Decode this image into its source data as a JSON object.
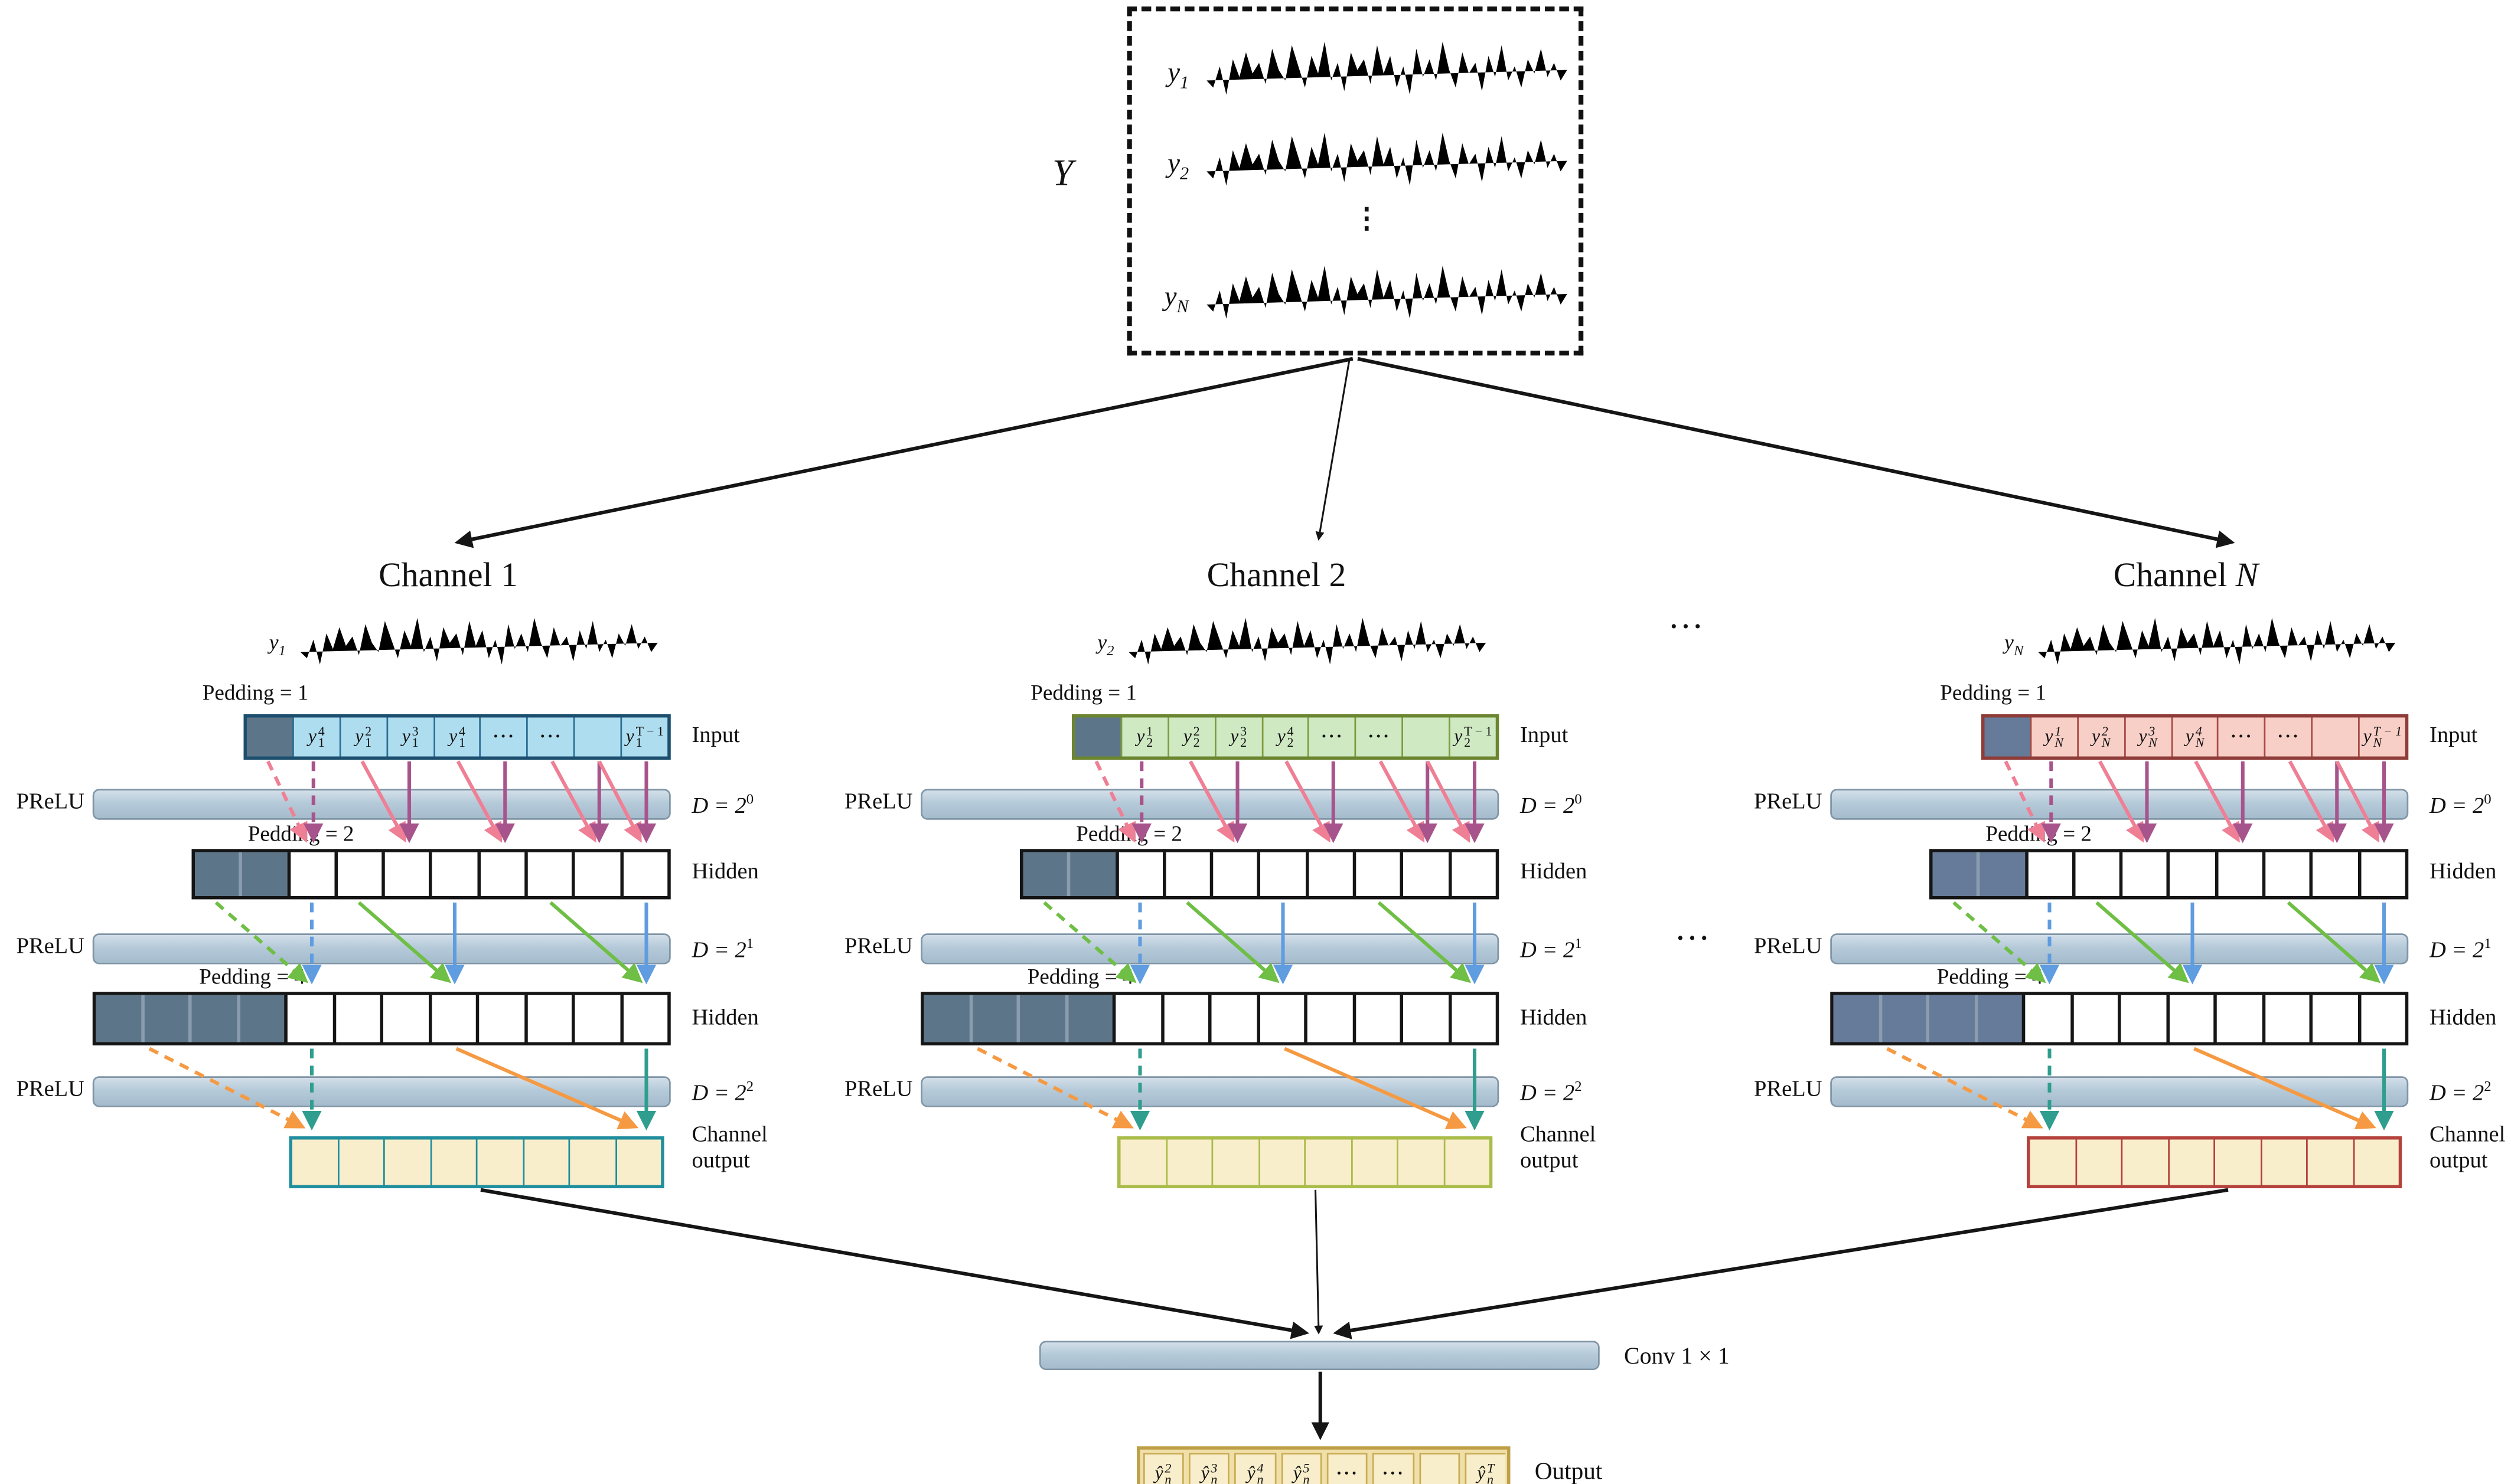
{
  "y_box": {
    "label": "Y",
    "dots": "⋮",
    "series": [
      {
        "base": "y",
        "sub": "1",
        "color": "#4a72d8"
      },
      {
        "base": "y",
        "sub": "2",
        "color": "#3fbf57"
      },
      {
        "base": "y",
        "sub": "N",
        "color": "#f26d63",
        "sub_italic": true
      }
    ]
  },
  "labels": {
    "padding1": "Pedding = 1",
    "padding2": "Pedding = 2",
    "padding4": "Pedding = 4",
    "input": "Input",
    "hidden": "Hidden",
    "prelu": "PReLU",
    "channel_output_1": "Channel",
    "channel_output_2": "output",
    "layers": [
      {
        "d_base": "D = 2",
        "d_exp": "0"
      },
      {
        "d_base": "D = 2",
        "d_exp": "1"
      },
      {
        "d_base": "D = 2",
        "d_exp": "2"
      }
    ],
    "conv": "Conv 1 × 1",
    "output": "Output",
    "ellipsis": "···"
  },
  "channels": [
    {
      "title_main": "Channel",
      "title_num": "1",
      "title_num_italic": false,
      "wave_base": "y",
      "wave_sub": "1",
      "wave_sub_italic": false,
      "colors": {
        "wave": "#4a72d8",
        "cell_fill": "#aeddef",
        "cell_border": "#2d6e96",
        "row_border": "#1c4f6e",
        "pad_fill": "#5d7588",
        "out_border": "#1f8e9e"
      },
      "input_cells": [
        {
          "k": "pad"
        },
        {
          "k": "sym",
          "b": "y",
          "sub": "1",
          "sup": "4"
        },
        {
          "k": "sym",
          "b": "y",
          "sub": "1",
          "sup": "2"
        },
        {
          "k": "sym",
          "b": "y",
          "sub": "1",
          "sup": "3"
        },
        {
          "k": "sym",
          "b": "y",
          "sub": "1",
          "sup": "4"
        },
        {
          "k": "dots",
          "t": "···"
        },
        {
          "k": "dots",
          "t": "···"
        },
        {
          "k": "empty"
        },
        {
          "k": "sym",
          "b": "y",
          "sub": "1",
          "sup": "T − 1"
        }
      ],
      "hidden1_cells": [
        {
          "k": "pad"
        },
        {
          "k": "pad"
        },
        {
          "k": "empty"
        },
        {
          "k": "empty"
        },
        {
          "k": "empty"
        },
        {
          "k": "empty"
        },
        {
          "k": "empty"
        },
        {
          "k": "empty"
        },
        {
          "k": "empty"
        },
        {
          "k": "empty"
        }
      ],
      "hidden2_cells": [
        {
          "k": "pad"
        },
        {
          "k": "pad"
        },
        {
          "k": "pad"
        },
        {
          "k": "pad"
        },
        {
          "k": "empty"
        },
        {
          "k": "empty"
        },
        {
          "k": "empty"
        },
        {
          "k": "empty"
        },
        {
          "k": "empty"
        },
        {
          "k": "empty"
        },
        {
          "k": "empty"
        },
        {
          "k": "empty"
        }
      ],
      "chout_cells": [
        {
          "k": "empty"
        },
        {
          "k": "empty"
        },
        {
          "k": "empty"
        },
        {
          "k": "empty"
        },
        {
          "k": "empty"
        },
        {
          "k": "empty"
        },
        {
          "k": "empty"
        },
        {
          "k": "empty"
        }
      ]
    },
    {
      "title_main": "Channel",
      "title_num": "2",
      "title_num_italic": false,
      "wave_base": "y",
      "wave_sub": "2",
      "wave_sub_italic": false,
      "colors": {
        "wave": "#3fbf57",
        "cell_fill": "#cfe9c3",
        "cell_border": "#7f9c3e",
        "row_border": "#6b8530",
        "pad_fill": "#5d7588",
        "out_border": "#a9bc4a"
      },
      "input_cells": [
        {
          "k": "pad"
        },
        {
          "k": "sym",
          "b": "y",
          "sub": "2",
          "sup": "1"
        },
        {
          "k": "sym",
          "b": "y",
          "sub": "2",
          "sup": "2"
        },
        {
          "k": "sym",
          "b": "y",
          "sub": "2",
          "sup": "3"
        },
        {
          "k": "sym",
          "b": "y",
          "sub": "2",
          "sup": "4"
        },
        {
          "k": "dots",
          "t": "···"
        },
        {
          "k": "dots",
          "t": "···"
        },
        {
          "k": "empty"
        },
        {
          "k": "sym",
          "b": "y",
          "sub": "2",
          "sup": "T − 1"
        }
      ],
      "hidden1_cells": [
        {
          "k": "pad"
        },
        {
          "k": "pad"
        },
        {
          "k": "empty"
        },
        {
          "k": "empty"
        },
        {
          "k": "empty"
        },
        {
          "k": "empty"
        },
        {
          "k": "empty"
        },
        {
          "k": "empty"
        },
        {
          "k": "empty"
        },
        {
          "k": "empty"
        }
      ],
      "hidden2_cells": [
        {
          "k": "pad"
        },
        {
          "k": "pad"
        },
        {
          "k": "pad"
        },
        {
          "k": "pad"
        },
        {
          "k": "empty"
        },
        {
          "k": "empty"
        },
        {
          "k": "empty"
        },
        {
          "k": "empty"
        },
        {
          "k": "empty"
        },
        {
          "k": "empty"
        },
        {
          "k": "empty"
        },
        {
          "k": "empty"
        }
      ],
      "chout_cells": [
        {
          "k": "empty"
        },
        {
          "k": "empty"
        },
        {
          "k": "empty"
        },
        {
          "k": "empty"
        },
        {
          "k": "empty"
        },
        {
          "k": "empty"
        },
        {
          "k": "empty"
        },
        {
          "k": "empty"
        }
      ]
    },
    {
      "title_main": "Channel",
      "title_num": "N",
      "title_num_italic": true,
      "wave_base": "y",
      "wave_sub": "N",
      "wave_sub_italic": true,
      "colors": {
        "wave": "#f26d63",
        "cell_fill": "#f8cfc7",
        "cell_border": "#a84a45",
        "row_border": "#8f3c38",
        "pad_fill": "#667a99",
        "out_border": "#b5413c"
      },
      "input_cells": [
        {
          "k": "pad"
        },
        {
          "k": "sym",
          "b": "y",
          "sub": "N",
          "sup": "1",
          "it": true
        },
        {
          "k": "sym",
          "b": "y",
          "sub": "N",
          "sup": "2",
          "it": true
        },
        {
          "k": "sym",
          "b": "y",
          "sub": "N",
          "sup": "3",
          "it": true
        },
        {
          "k": "sym",
          "b": "y",
          "sub": "N",
          "sup": "4",
          "it": true
        },
        {
          "k": "dots",
          "t": "···"
        },
        {
          "k": "dots",
          "t": "···"
        },
        {
          "k": "empty"
        },
        {
          "k": "sym",
          "b": "y",
          "sub": "N",
          "sup": "T − 1",
          "it": true
        }
      ],
      "hidden1_cells": [
        {
          "k": "pad"
        },
        {
          "k": "pad"
        },
        {
          "k": "empty"
        },
        {
          "k": "empty"
        },
        {
          "k": "empty"
        },
        {
          "k": "empty"
        },
        {
          "k": "empty"
        },
        {
          "k": "empty"
        },
        {
          "k": "empty"
        },
        {
          "k": "empty"
        }
      ],
      "hidden2_cells": [
        {
          "k": "pad"
        },
        {
          "k": "pad"
        },
        {
          "k": "pad"
        },
        {
          "k": "pad"
        },
        {
          "k": "empty"
        },
        {
          "k": "empty"
        },
        {
          "k": "empty"
        },
        {
          "k": "empty"
        },
        {
          "k": "empty"
        },
        {
          "k": "empty"
        },
        {
          "k": "empty"
        },
        {
          "k": "empty"
        }
      ],
      "chout_cells": [
        {
          "k": "empty"
        },
        {
          "k": "empty"
        },
        {
          "k": "empty"
        },
        {
          "k": "empty"
        },
        {
          "k": "empty"
        },
        {
          "k": "empty"
        },
        {
          "k": "empty"
        },
        {
          "k": "empty"
        }
      ]
    }
  ],
  "final_output": {
    "cells": [
      {
        "k": "sym",
        "b": "ŷ",
        "sub": "n",
        "sup": "2",
        "it": true
      },
      {
        "k": "sym",
        "b": "ŷ",
        "sub": "n",
        "sup": "3",
        "it": true
      },
      {
        "k": "sym",
        "b": "ŷ",
        "sub": "n",
        "sup": "4",
        "it": true
      },
      {
        "k": "sym",
        "b": "ŷ",
        "sub": "n",
        "sup": "5",
        "it": true
      },
      {
        "k": "dots",
        "t": "···"
      },
      {
        "k": "dots",
        "t": "···"
      },
      {
        "k": "empty"
      },
      {
        "k": "sym",
        "b": "ŷ",
        "sub": "n",
        "sup": "T",
        "it": true
      }
    ]
  },
  "arrow_palette": {
    "pink": "#ee7f95",
    "magenta": "#a8548c",
    "green": "#6fbe45",
    "blue": "#5f9ce0",
    "orange": "#f59a43",
    "teal": "#2f9e8f",
    "black": "#151515"
  },
  "shared_colors": {
    "prelu_bar": "#b5cad9",
    "bar_border": "#8096a7",
    "hidden_pad": "#5d7488",
    "output_fill": "#f9eecb",
    "output_border": "#bfa049"
  }
}
